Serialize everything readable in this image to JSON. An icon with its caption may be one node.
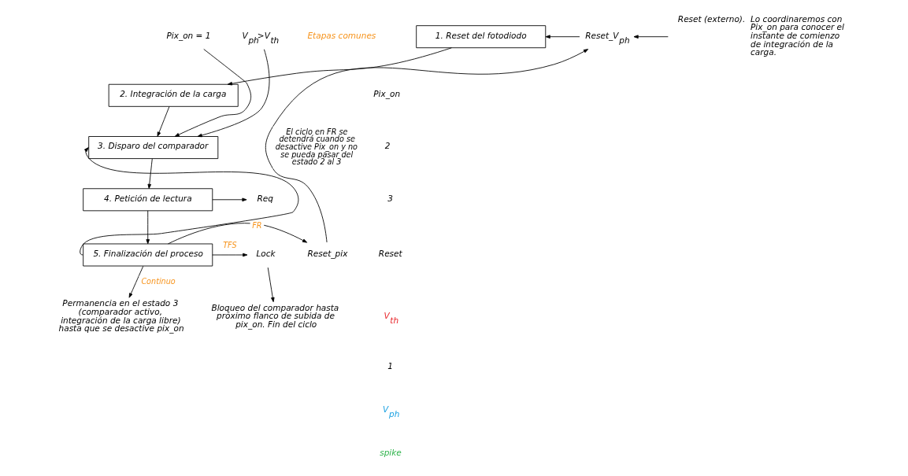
{
  "diagram": {
    "nodes": [
      {
        "text": [
          "1. Reset del fotodiodo"
        ]
      },
      {
        "text": [
          "2. Integración de la carga"
        ]
      },
      {
        "text": [
          "3. Disparo del comparador"
        ]
      },
      {
        "text": [
          "4. Petición de lectura"
        ]
      },
      {
        "text": [
          "5. Finalización del proceso"
        ]
      },
      {
        "text": [
          "Reset_V$_{ph}$"
        ]
      },
      {
        "text": [
          "Reset (externo)."
        ],
        "beside": [
          "Lo coordinaremos con Pix_on para conocer el instante de comienzo de integración de la carga."
        ]
      },
      {
        "text": [
          "Pix_on = 1"
        ]
      },
      {
        "text": [
          "V$_{ph}$>V$_{th}$"
        ]
      },
      {
        "text": [
          "Req"
        ]
      },
      {
        "text": [
          "Reset_pix"
        ]
      },
      {
        "text": [
          "Lock"
        ]
      },
      {
        "text": [
          "Bloqueo del comparador hasta próximo flanco de subida de pix_on. Fin del ciclo"
        ]
      },
      {
        "text": [
          "Permanencia en el estado 3 (comparador activo, integración de la carga libre) hasta que se desactive pix_on"
        ]
      }
    ],
    "edges": [
      {
        "from": 0,
        "to": 1,
        "arrow": "to"
      },
      {
        "from": 1,
        "to": 2,
        "arrow": "to"
      },
      {
        "from": 2,
        "to": 3,
        "arrow": "to"
      },
      {
        "from": 3,
        "to": 4,
        "arrow": "to"
      },
      {
        "from": 5,
        "to": 0,
        "arrow": "to"
      },
      {
        "from": 6,
        "to": 5,
        "arrow": "to"
      },
      {
        "from": 10,
        "to": 5,
        "arrow": "to",
        "label": "El ciclo en FR se detendrá cuando se desactive Pix_on y no se pueda pasar del estado 2 al 3"
      },
      {
        "from": 7,
        "to": 2,
        "arrow": "to"
      },
      {
        "from": 8,
        "to": 2,
        "arrow": "to"
      },
      {
        "from": 3,
        "to": 9,
        "arrow": "to"
      },
      {
        "from": 4,
        "to": 10,
        "arrow": "to",
        "label": "FR"
      },
      {
        "from": 4,
        "to": 11,
        "arrow": "to",
        "label": "TFS"
      },
      {
        "from": 11,
        "to": 12,
        "arrow": "to"
      },
      {
        "from": 4,
        "to": 2,
        "arrow": "to"
      },
      {
        "from": 4,
        "to": 13,
        "arrow": "to",
        "label": "Continuo"
      }
    ],
    "labels": [
      "Etapas comunes",
      "Pix_on",
      "2",
      "3",
      "Reset",
      "V$_{th}$",
      "1",
      "V$_{ph}$",
      "spike"
    ]
  }
}
